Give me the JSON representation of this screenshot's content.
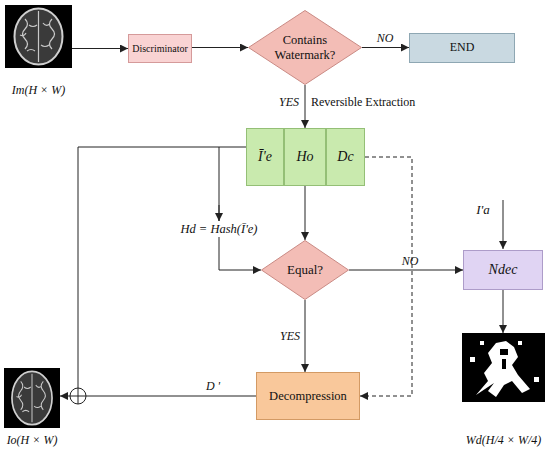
{
  "diagram": {
    "nodes": [
      {
        "text": [
          "Im(H × W)"
        ]
      },
      {
        "text": [
          "Discriminator"
        ]
      },
      {
        "text": [
          "Contains Watermark?"
        ]
      },
      {
        "text": [
          "END"
        ]
      },
      {
        "text": [
          "Ī'e"
        ]
      },
      {
        "text": [
          "Ho"
        ]
      },
      {
        "text": [
          "Dc"
        ]
      },
      {
        "text": [
          "Equal?"
        ]
      },
      {
        "text": [
          "Ndec"
        ]
      },
      {
        "text": [
          "Io(H × W)"
        ]
      },
      {
        "text": [
          "Decompression"
        ]
      },
      {
        "text": [
          "Wd(H/4 × W/4)"
        ]
      }
    ],
    "edges": [
      {
        "from": 0,
        "to": 1,
        "arrow": "to"
      },
      {
        "from": 1,
        "to": 2,
        "arrow": "to"
      },
      {
        "from": 2,
        "to": 3,
        "label": "NO",
        "arrow": "to"
      },
      {
        "from": 2,
        "to": 5,
        "label": "YES",
        "arrow": "to"
      },
      {
        "from": 4,
        "to": 7,
        "label": "Hd = Hash(Ī'e)",
        "arrow": "to"
      },
      {
        "from": 5,
        "to": 7,
        "arrow": "to"
      },
      {
        "from": 7,
        "to": 8,
        "label": "NO",
        "arrow": "to"
      },
      {
        "from": 7,
        "to": 10,
        "label": "YES",
        "arrow": "to"
      },
      {
        "from": 6,
        "to": 10,
        "arrow": "to"
      },
      {
        "from": 10,
        "to": 9,
        "label": "D '",
        "arrow": "to"
      },
      {
        "from": 8,
        "to": 11,
        "arrow": "to"
      }
    ],
    "labels": [
      "Reversible Extraction",
      "I'a"
    ]
  }
}
